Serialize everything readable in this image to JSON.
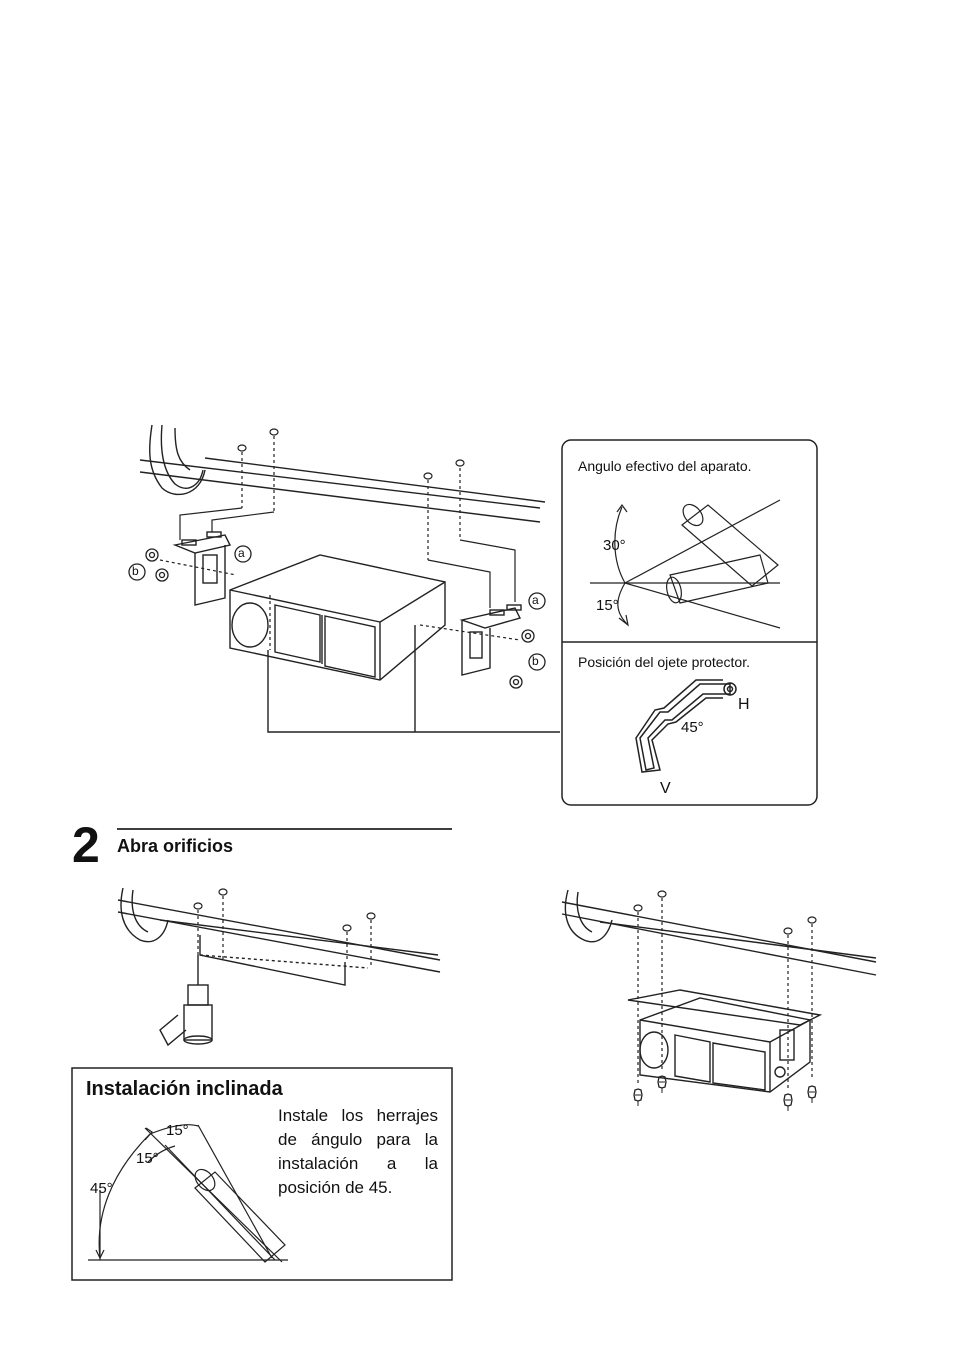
{
  "top_panel": {
    "effective_angle_caption": "Angulo efectivo del aparato.",
    "angle_30": "30°",
    "angle_15": "15°",
    "grommet_caption": "Posición del ojete protector.",
    "grommet_angle": "45°",
    "grommet_h": "H",
    "grommet_v": "V"
  },
  "callouts": {
    "a": "a",
    "b": "b"
  },
  "step": {
    "number": "2",
    "title": "Abra orificios"
  },
  "inclined": {
    "title": "Instalación inclinada",
    "text": "Instale los herrajes de ángulo para la instalación a la posición de 45.",
    "angle_15_a": "15°",
    "angle_15_b": "15°",
    "angle_45": "45°"
  }
}
